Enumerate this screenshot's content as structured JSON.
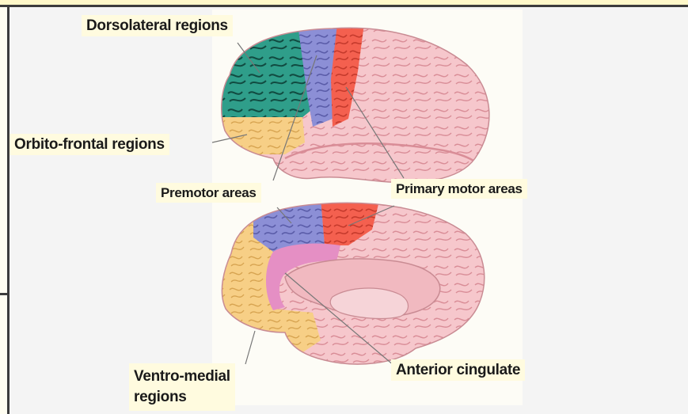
{
  "labels": {
    "dorsolateral": "Dorsolateral regions",
    "orbito_frontal": "Orbito-frontal regions",
    "premotor": "Premotor areas",
    "primary_motor": "Primary motor areas",
    "ventro_medial": "Ventro-medial\nregions",
    "anterior_cingulate": "Anterior cingulate"
  },
  "colors": {
    "dorsolateral": "#2f9e8a",
    "orbito_frontal": "#f7cf86",
    "premotor": "#8c8fd6",
    "primary_motor": "#f4604f",
    "cortex": "#f6c7cc",
    "anterior_cingulate": "#e58fc4",
    "ventro_medial": "#f7cf86"
  }
}
